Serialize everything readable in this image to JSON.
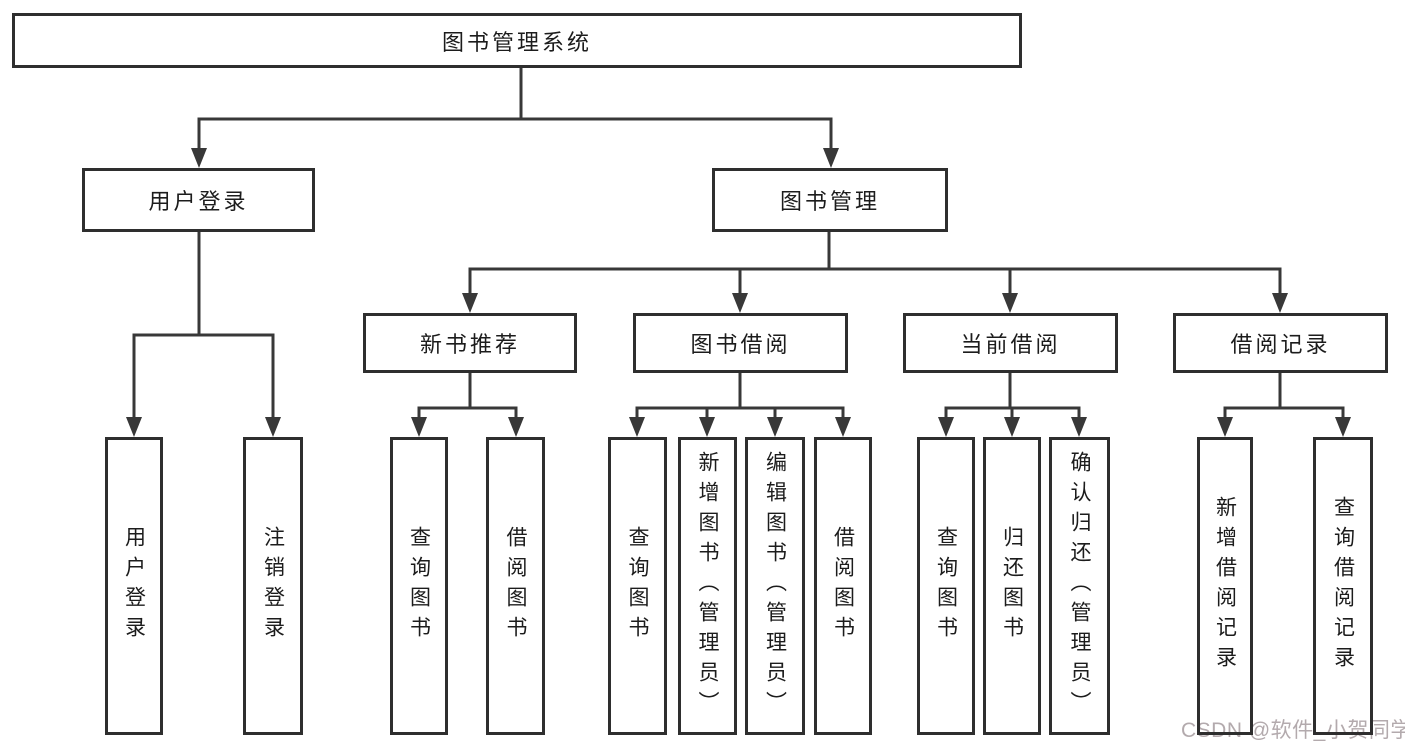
{
  "nodes": {
    "root": "图书管理系统",
    "l2": [
      "用户登录",
      "图书管理"
    ],
    "l3": [
      "新书推荐",
      "图书借阅",
      "当前借阅",
      "借阅记录"
    ],
    "leaves_user": [
      "用户登录",
      "注销登录"
    ],
    "leaves_recommend": [
      "查询图书",
      "借阅图书"
    ],
    "leaves_borrow": [
      "查询图书",
      "新增图书（管理员）",
      "编辑图书（管理员）",
      "借阅图书"
    ],
    "leaves_current": [
      "查询图书",
      "归还图书",
      "确认归还（管理员）"
    ],
    "leaves_records": [
      "新增借阅记录",
      "查询借阅记录"
    ]
  },
  "watermark": {
    "text": "CSDN @软件_小贺同学"
  },
  "colors": {
    "line": "#383838",
    "box_border": "#2e2e2e",
    "text": "#1c1c1c",
    "watermark": "#b3aaad",
    "background": "#ffffff"
  }
}
